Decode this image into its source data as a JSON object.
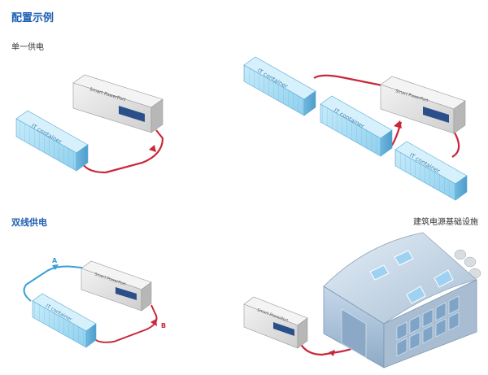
{
  "page": {
    "title": "配置示例",
    "single_power_label": "单一供电",
    "dual_power_label": "双线供电",
    "facility_label": "建筑电源基础设施"
  },
  "diagram": {
    "container_label": "IT container",
    "smart_power_label": "Smart PowerPort",
    "feed_a": "A",
    "feed_b": "B"
  },
  "colors": {
    "title_blue": "#1f5fb4",
    "cable_red": "#c8283a",
    "cable_blue": "#3aa0d8",
    "container_face": "#a9dcf2",
    "power_face": "#e0e0e0"
  }
}
